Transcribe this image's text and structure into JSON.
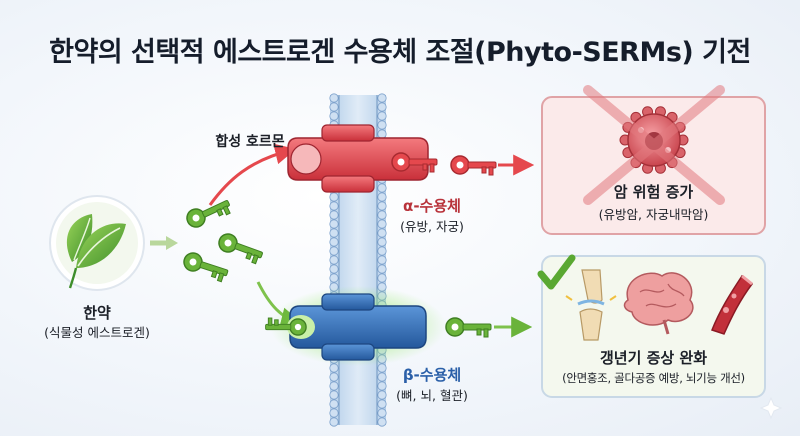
{
  "title": "한약의 선택적 에스트로겐 수용체 조절(Phyto-SERMs) 기전",
  "herb": {
    "name": "한약",
    "sub": "(식물성 에스트로겐)"
  },
  "synthetic": {
    "label": "합성 호르몬"
  },
  "alpha": {
    "name": "α-수용체",
    "sub": "(유방, 자궁)"
  },
  "beta": {
    "name": "β-수용체",
    "sub": "(뼈, 뇌, 혈관)"
  },
  "risk": {
    "title": "암 위험 증가",
    "sub": "(유방암, 자궁내막암)"
  },
  "relief": {
    "title": "갱년기 증상 완화",
    "sub": "(안면홍조, 골다공증 예방, 뇌기능 개선)"
  },
  "colors": {
    "alpha": "#e5484d",
    "beta": "#2f6db8",
    "herb": "#6ab33a",
    "check": "#5aa832"
  },
  "icons": [
    "leaf-icon",
    "key-icon",
    "cancer-cell-icon",
    "cross-mark-icon",
    "check-icon",
    "joint-icon",
    "brain-icon",
    "blood-vessel-icon"
  ]
}
